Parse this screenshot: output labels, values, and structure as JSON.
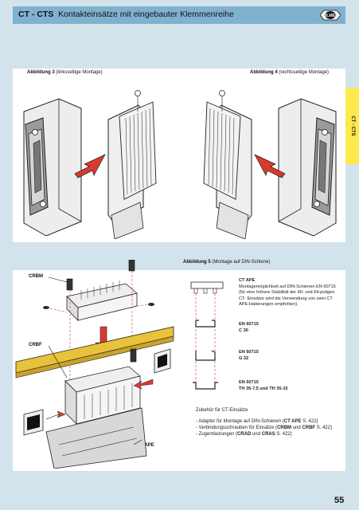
{
  "header": {
    "code": "CT - CTS",
    "title": "Kontakteinsätze mit eingebauter Klemmenreihe",
    "logo": "ILME"
  },
  "side_tab": {
    "label": "CT - CTS"
  },
  "figures": {
    "fig3": {
      "label": "Abbildung 3",
      "desc": "(linksseitige Montage)"
    },
    "fig4": {
      "label": "Abbildung 4",
      "desc": "(rechtsseitige Montage)"
    },
    "fig5": {
      "label": "Abbildung 5",
      "desc": "(Montage auf DIN-Schiene)"
    }
  },
  "labels": {
    "crbm": "CRBM",
    "crbf": "CRBF",
    "ct_ape": "CT APE"
  },
  "rail_notes": {
    "ct_ape_title": "CT APE",
    "ct_ape_lines": [
      "Montagemöglichkeit auf DIN-Schienen EN 60715",
      "(für eine höhere Stabilität der 40- und 64-poligen",
      "CT- Einsätze wird die Verwendung von zwei CT",
      "APE-Halterungen empfohlen)."
    ],
    "en1_a": "EN 60715",
    "en1_b": "C 30",
    "en2_a": "EN 60715",
    "en2_b": "G 32",
    "en3_a": "EN 60715",
    "en3_b": "TH 35-7,5 und TH 35-15"
  },
  "accessories": {
    "title": "Zubehör für CT-Einsätze",
    "items": [
      {
        "pre": "- Adapter für Montage auf DIN-Schienen (",
        "code": "CT APE",
        "post": " S. 422)"
      },
      {
        "pre": "- Verbindungsschrauben für Einsätze (",
        "code": "CRBM",
        "mid": " und ",
        "code2": "CRBF",
        "post": " S. 422)"
      },
      {
        "pre": "- Zugentlastungen (",
        "code": "CRAD",
        "mid": " und ",
        "code2": "CRAS",
        "post": " S. 422)"
      }
    ]
  },
  "page_number": "55",
  "colors": {
    "header": "#7fb2cf",
    "side_tab": "#ffe84a",
    "arrow_red": "#d93a2e",
    "rail_yellow": "#e8c23a"
  }
}
